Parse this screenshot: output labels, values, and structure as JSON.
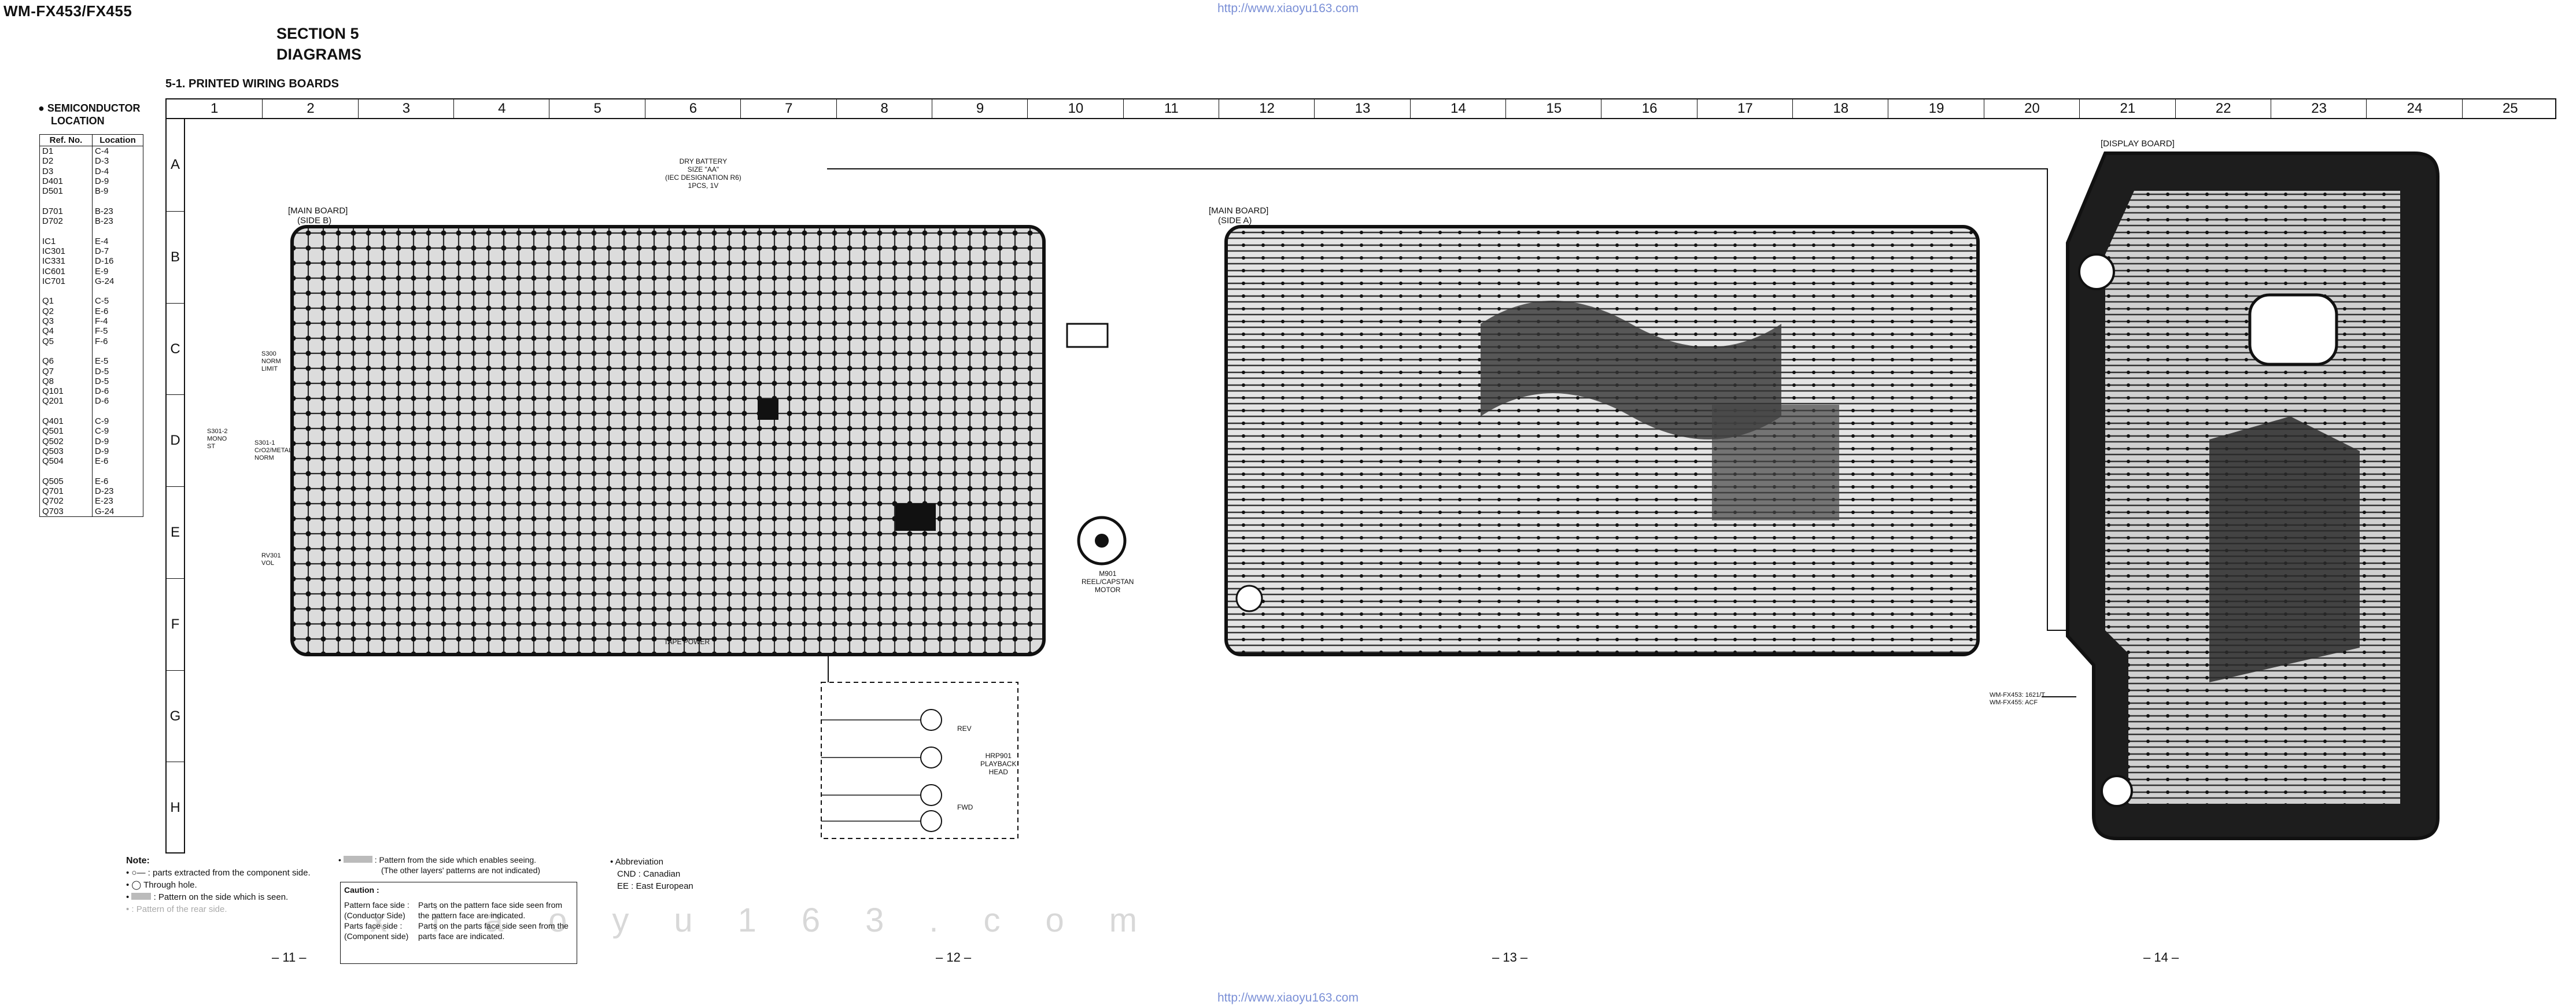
{
  "header": {
    "model": "WM-FX453/FX455",
    "url": "http://www.xiaoyu163.com",
    "section_line1": "SECTION 5",
    "section_line2": "DIAGRAMS",
    "subsection": "5-1. PRINTED WIRING  BOARDS"
  },
  "grid": {
    "columns": [
      "1",
      "2",
      "3",
      "4",
      "5",
      "6",
      "7",
      "8",
      "9",
      "10",
      "11",
      "12",
      "13",
      "14",
      "15",
      "16",
      "17",
      "18",
      "19",
      "20",
      "21",
      "22",
      "23",
      "24",
      "25"
    ],
    "rows": [
      "A",
      "B",
      "C",
      "D",
      "E",
      "F",
      "G",
      "H"
    ]
  },
  "semiconductor": {
    "title_line1": "SEMICONDUCTOR",
    "title_line2": "LOCATION",
    "col_ref": "Ref. No.",
    "col_loc": "Location",
    "items": [
      {
        "ref": "D1",
        "loc": "C-4"
      },
      {
        "ref": "D2",
        "loc": "D-3"
      },
      {
        "ref": "D3",
        "loc": "D-4"
      },
      {
        "ref": "D401",
        "loc": "D-9"
      },
      {
        "ref": "D501",
        "loc": "B-9"
      },
      {
        "ref": "",
        "loc": ""
      },
      {
        "ref": "D701",
        "loc": "B-23"
      },
      {
        "ref": "D702",
        "loc": "B-23"
      },
      {
        "ref": "",
        "loc": ""
      },
      {
        "ref": "IC1",
        "loc": "E-4"
      },
      {
        "ref": "IC301",
        "loc": "D-7"
      },
      {
        "ref": "IC331",
        "loc": "D-16"
      },
      {
        "ref": "IC601",
        "loc": "E-9"
      },
      {
        "ref": "IC701",
        "loc": "G-24"
      },
      {
        "ref": "",
        "loc": ""
      },
      {
        "ref": "Q1",
        "loc": "C-5"
      },
      {
        "ref": "Q2",
        "loc": "E-6"
      },
      {
        "ref": "Q3",
        "loc": "F-4"
      },
      {
        "ref": "Q4",
        "loc": "F-5"
      },
      {
        "ref": "Q5",
        "loc": "F-6"
      },
      {
        "ref": "",
        "loc": ""
      },
      {
        "ref": "Q6",
        "loc": "E-5"
      },
      {
        "ref": "Q7",
        "loc": "D-5"
      },
      {
        "ref": "Q8",
        "loc": "D-5"
      },
      {
        "ref": "Q101",
        "loc": "D-6"
      },
      {
        "ref": "Q201",
        "loc": "D-6"
      },
      {
        "ref": "",
        "loc": ""
      },
      {
        "ref": "Q401",
        "loc": "C-9"
      },
      {
        "ref": "Q501",
        "loc": "C-9"
      },
      {
        "ref": "Q502",
        "loc": "D-9"
      },
      {
        "ref": "Q503",
        "loc": "D-9"
      },
      {
        "ref": "Q504",
        "loc": "E-6"
      },
      {
        "ref": "",
        "loc": ""
      },
      {
        "ref": "Q505",
        "loc": "E-6"
      },
      {
        "ref": "Q701",
        "loc": "D-23"
      },
      {
        "ref": "Q702",
        "loc": "E-23"
      },
      {
        "ref": "Q703",
        "loc": "G-24"
      }
    ]
  },
  "boards": {
    "main_b_line1": "[MAIN BOARD]",
    "main_b_line2": "(SIDE B)",
    "main_a_line1": "[MAIN BOARD]",
    "main_a_line2": "(SIDE A)",
    "display": "[DISPLAY BOARD]",
    "battery_line1": "DRY BATTERY",
    "battery_line2": "SIZE \"AA\"",
    "battery_line3": "(IEC DESIGNATION R6)",
    "battery_line4": "1PCS, 1V",
    "motor_line1": "M901",
    "motor_line2": "REEL/CAPSTAN",
    "motor_line3": "MOTOR",
    "head_line1": "HRP901",
    "head_line2": "PLAYBACK",
    "head_line3": "HEAD",
    "tape_power": "TAPE POWER",
    "s300_a": "S300",
    "s300_b": "NORM",
    "s300_c": "LIMIT",
    "s301_a": "S301-2",
    "s301_b": "MONO",
    "s301_c": "ST",
    "s302_a": "S301-1",
    "s302_b": "CrO2/METAL",
    "s302_c": "NORM",
    "vol_a": "RV301",
    "vol_b": "VOL",
    "fwd": "FWD",
    "rev": "REV",
    "model_note_line1": "WM-FX453: 1621/T",
    "model_note_line2": "WM-FX455: ACF"
  },
  "notes": {
    "title": "Note:",
    "items": [
      ": parts extracted from the component side.",
      "Through hole.",
      ": Pattern on the side which is seen.",
      ": Pattern of the rear side."
    ],
    "pattern_line1": ": Pattern from the side which enables seeing.",
    "pattern_line2": "(The other layers' patterns are not indicated)",
    "caution_title": "Caution :",
    "caution_rows": [
      [
        "Pattern face side :",
        "Parts on the pattern face side seen from"
      ],
      [
        "(Conductor Side)",
        "the pattern face are indicated."
      ],
      [
        "Parts face side :",
        "Parts on the parts face side seen from the"
      ],
      [
        "(Component side)",
        "parts face are indicated."
      ]
    ],
    "abbr_title": "Abbreviation",
    "abbr_cnd": "CND : Canadian",
    "abbr_ee": "EE   : East European"
  },
  "pages": [
    "– 11 –",
    "– 12 –",
    "– 13 –",
    "– 14 –"
  ],
  "watermark": "xiaoyu163.com"
}
